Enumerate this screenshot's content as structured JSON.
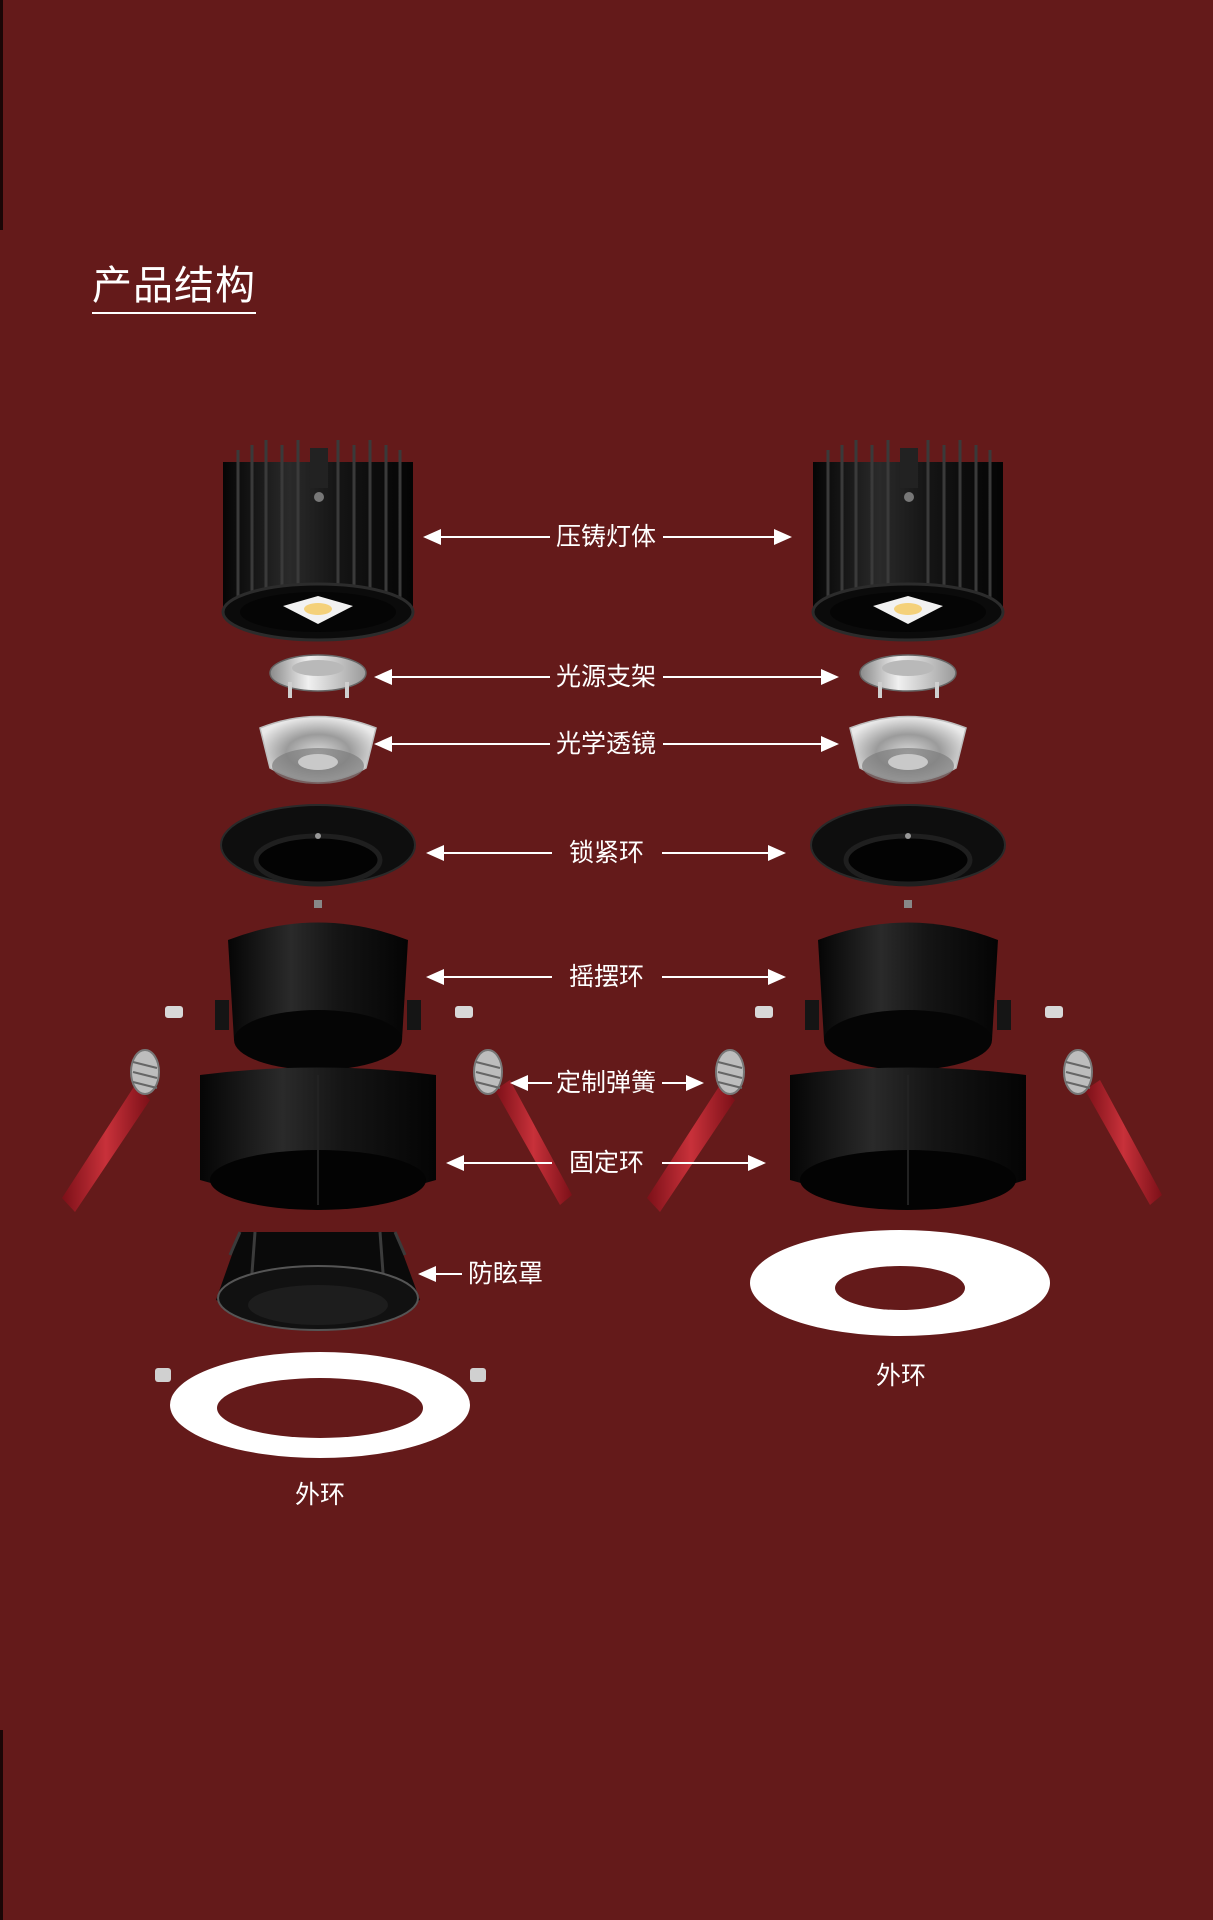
{
  "title": "产品结构",
  "labels": {
    "heatsink": "压铸灯体",
    "led_holder": "光源支架",
    "lens": "光学透镜",
    "lock_ring": "锁紧环",
    "swing_ring": "摇摆环",
    "spring": "定制弹簧",
    "fix_ring": "固定环",
    "anti_glare": "防眩罩",
    "outer_ring_left": "外环",
    "outer_ring_right": "外环"
  },
  "colors": {
    "background": "#641a1a",
    "part_black": "#111111",
    "outer_ring": "#ffffff",
    "spring_clip": "#b0262c",
    "text": "#ffffff"
  }
}
